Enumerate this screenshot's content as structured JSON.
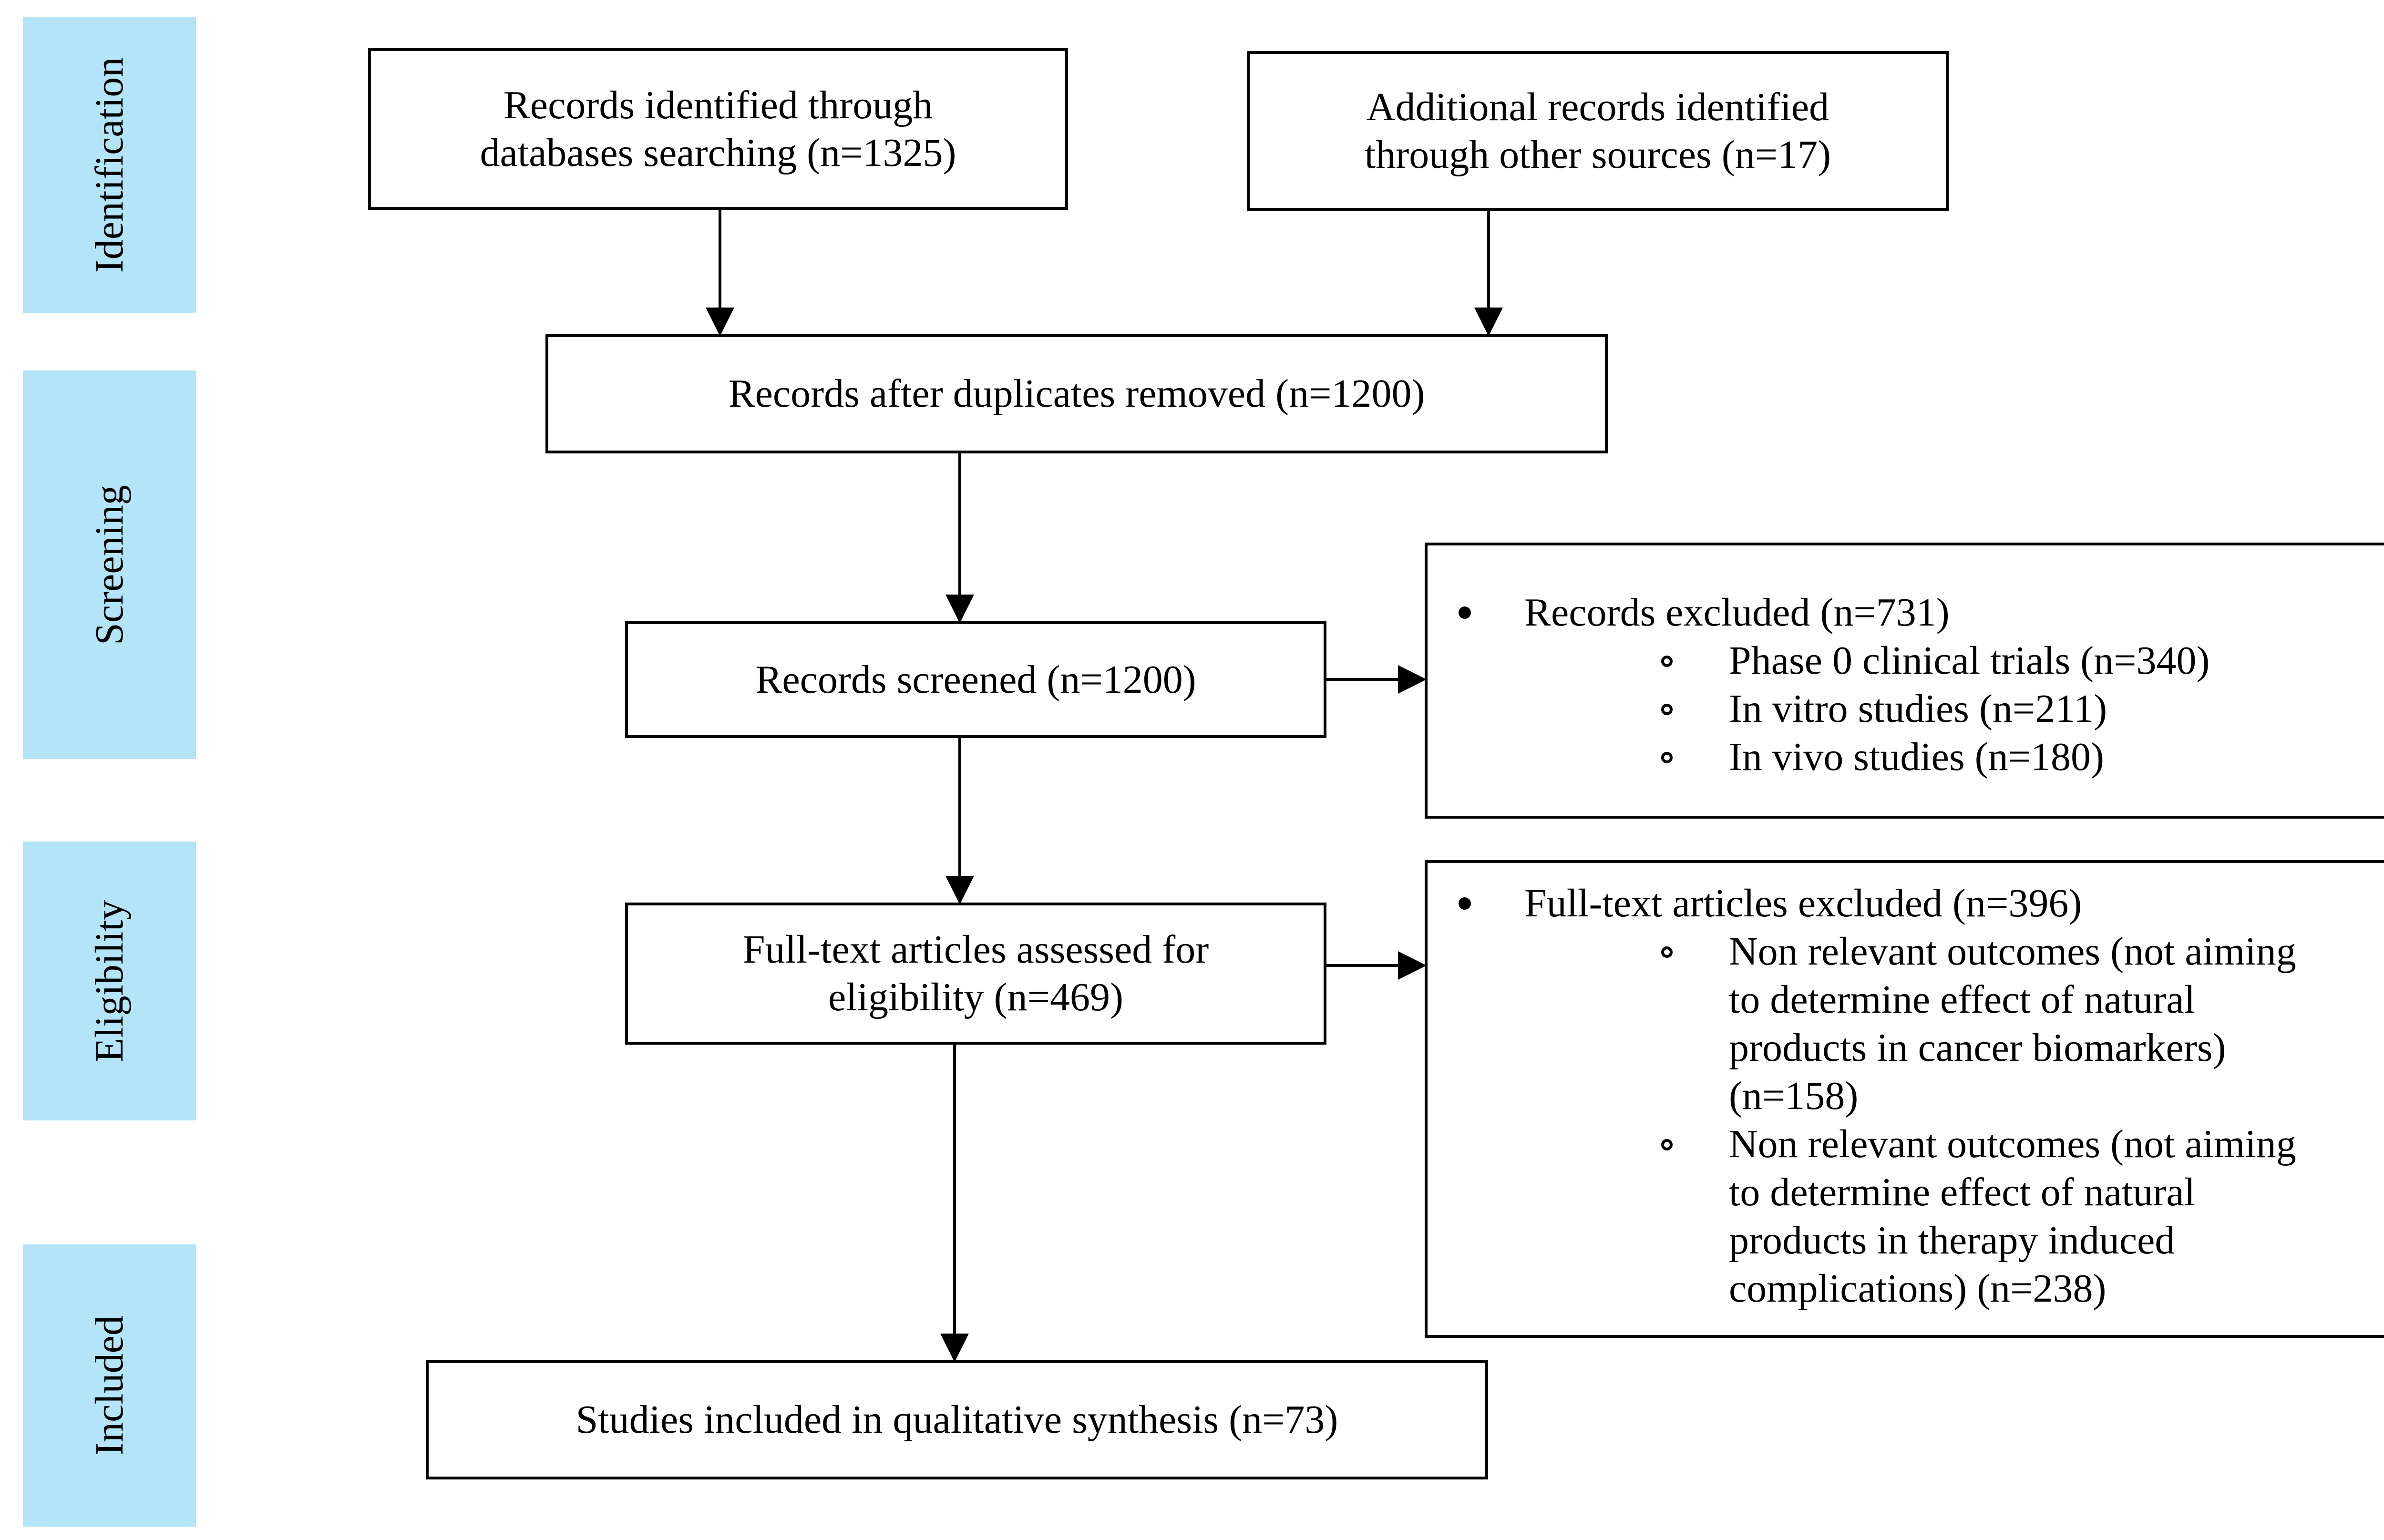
{
  "phases": [
    {
      "label": "Identification"
    },
    {
      "label": "Screening"
    },
    {
      "label": "Eligibility"
    },
    {
      "label": "Included"
    }
  ],
  "boxes": {
    "db_search": {
      "line1": "Records identified through",
      "line2": "databases searching (n=1325)"
    },
    "other_sources": {
      "line1": "Additional records identified",
      "line2": "through other sources (n=17)"
    },
    "after_duplicates": {
      "text": "Records after duplicates removed (n=1200)"
    },
    "screened": {
      "text": "Records screened (n=1200)"
    },
    "full_text": {
      "line1": "Full-text articles assessed for",
      "line2": "eligibility (n=469)"
    },
    "included": {
      "text": "Studies included in qualitative synthesis (n=73)"
    }
  },
  "exclusions": {
    "screening": {
      "heading": "Records excluded (n=731)",
      "items": [
        {
          "lines": [
            "Phase 0 clinical trials (n=340)"
          ]
        },
        {
          "lines": [
            "In vitro studies (n=211)"
          ]
        },
        {
          "lines": [
            "In vivo studies (n=180)"
          ]
        }
      ]
    },
    "eligibility": {
      "heading": "Full-text articles excluded (n=396)",
      "items": [
        {
          "lines": [
            "Non relevant outcomes (not aiming",
            "to determine effect of natural",
            "products in cancer biomarkers)",
            "(n=158)"
          ]
        },
        {
          "lines": [
            "Non relevant outcomes (not aiming",
            "to determine effect of natural",
            "products in therapy induced",
            "complications) (n=238)"
          ]
        }
      ]
    }
  },
  "colors": {
    "phase_bar": "#b3e4f7",
    "line": "#000000",
    "background": "#ffffff"
  }
}
